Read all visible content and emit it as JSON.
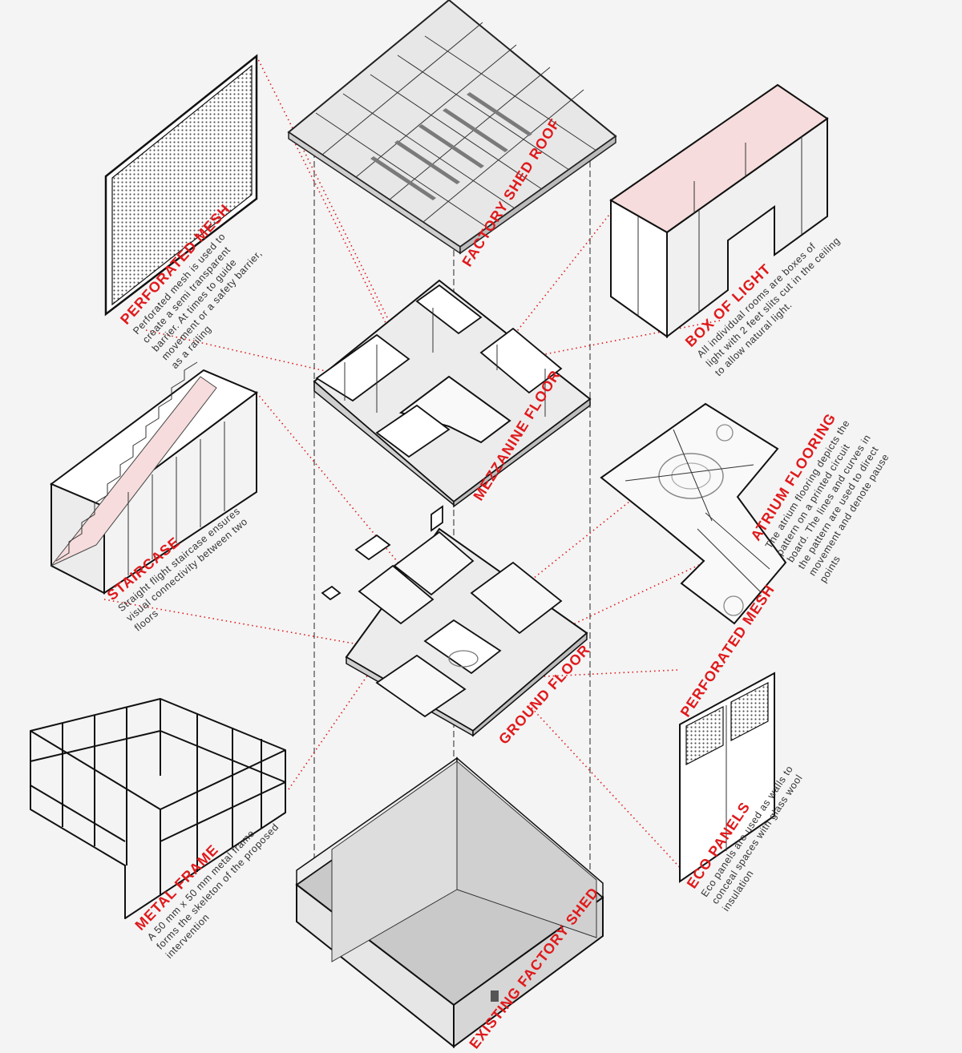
{
  "labels": {
    "roof": "FACTORY SHED ROOF",
    "mezzanine": "MEZZANINE FLOOR",
    "ground": "GROUND FLOOR",
    "shed": "EXISTING FACTORY SHED"
  },
  "callouts": {
    "mesh_top": {
      "title": "PERFORATED MESH",
      "lines": [
        "Perforated mesh is used to",
        "create a semi transparent",
        "barrier. At times to guide",
        "movement or a safety barrier,",
        "as a railing"
      ]
    },
    "box_of_light": {
      "title": "BOX OF LIGHT",
      "lines": [
        "All individual rooms are boxes of",
        "light with 2 feet slits cut in the ceiling",
        "to allow natural light."
      ]
    },
    "staircase": {
      "title": "STAIRCASE",
      "lines": [
        "Straight flight staircase ensures",
        "visual connectivity between two",
        "floors"
      ]
    },
    "atrium": {
      "title": "ATRIUM FLOORING",
      "lines": [
        "The atrium flooring depicts the",
        "pattern on a printed circuit",
        "board. The lines and curves in",
        "the pattern are used to direct",
        "movement and denote pause",
        "points"
      ]
    },
    "metal_frame": {
      "title": "METAL FRAME",
      "lines": [
        "A 50 mm x 50 mm metal frame",
        "forms the skeleton of the proposed",
        "intervention"
      ]
    },
    "mesh_panel": {
      "title": "PERFORATED MESH"
    },
    "eco_panels": {
      "title": "ECO PANELS",
      "lines": [
        "Eco panels are used as walls to",
        "conceal spaces with glass wool",
        "insulation"
      ]
    }
  },
  "colors": {
    "accent": "#e0191b",
    "line": "#111111",
    "background": "#f4f4f4",
    "pink": "#f6dcdc",
    "shed_floor": "#c9c9c9"
  }
}
